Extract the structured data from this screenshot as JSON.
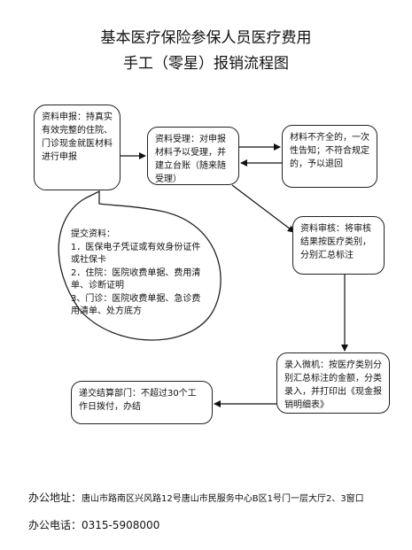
{
  "title": {
    "line1": "基本医疗保险参保人员医疗费用",
    "line2": "手工（零星）报销流程图"
  },
  "nodes": {
    "apply": "资料申报：持真实有效完整的住院、门诊现金就医材料进行申报",
    "accept": "资料受理：对申报材料予以受理，并建立台账（随来随受理）",
    "reject": "材料不齐全的，一次性告知；不符合规定的，予以退回",
    "review": "资料审核：将审核结果按医疗类别，分别汇总标注",
    "entry": "录入微机：按医疗类别分别汇总标注的金额，分类录入，并打印出《现金报销明细表》",
    "final": "递交结算部门：不超过30个工作日拨付，办结",
    "documents": "提交资料：\n1．医保电子凭证或有效身份证件或社保卡\n2．住院：医院收费单据、费用清单、诊断证明\n3、门诊：医院收费单据、急诊费用清单、处方底方"
  },
  "footer": {
    "address_label": "办公地址：",
    "address_value": "唐山市路南区兴风路12号唐山市民服务中心B区1号门一层大厅2、3窗口",
    "phone_label": "办公电话：",
    "phone_value": "0315-5908000"
  }
}
